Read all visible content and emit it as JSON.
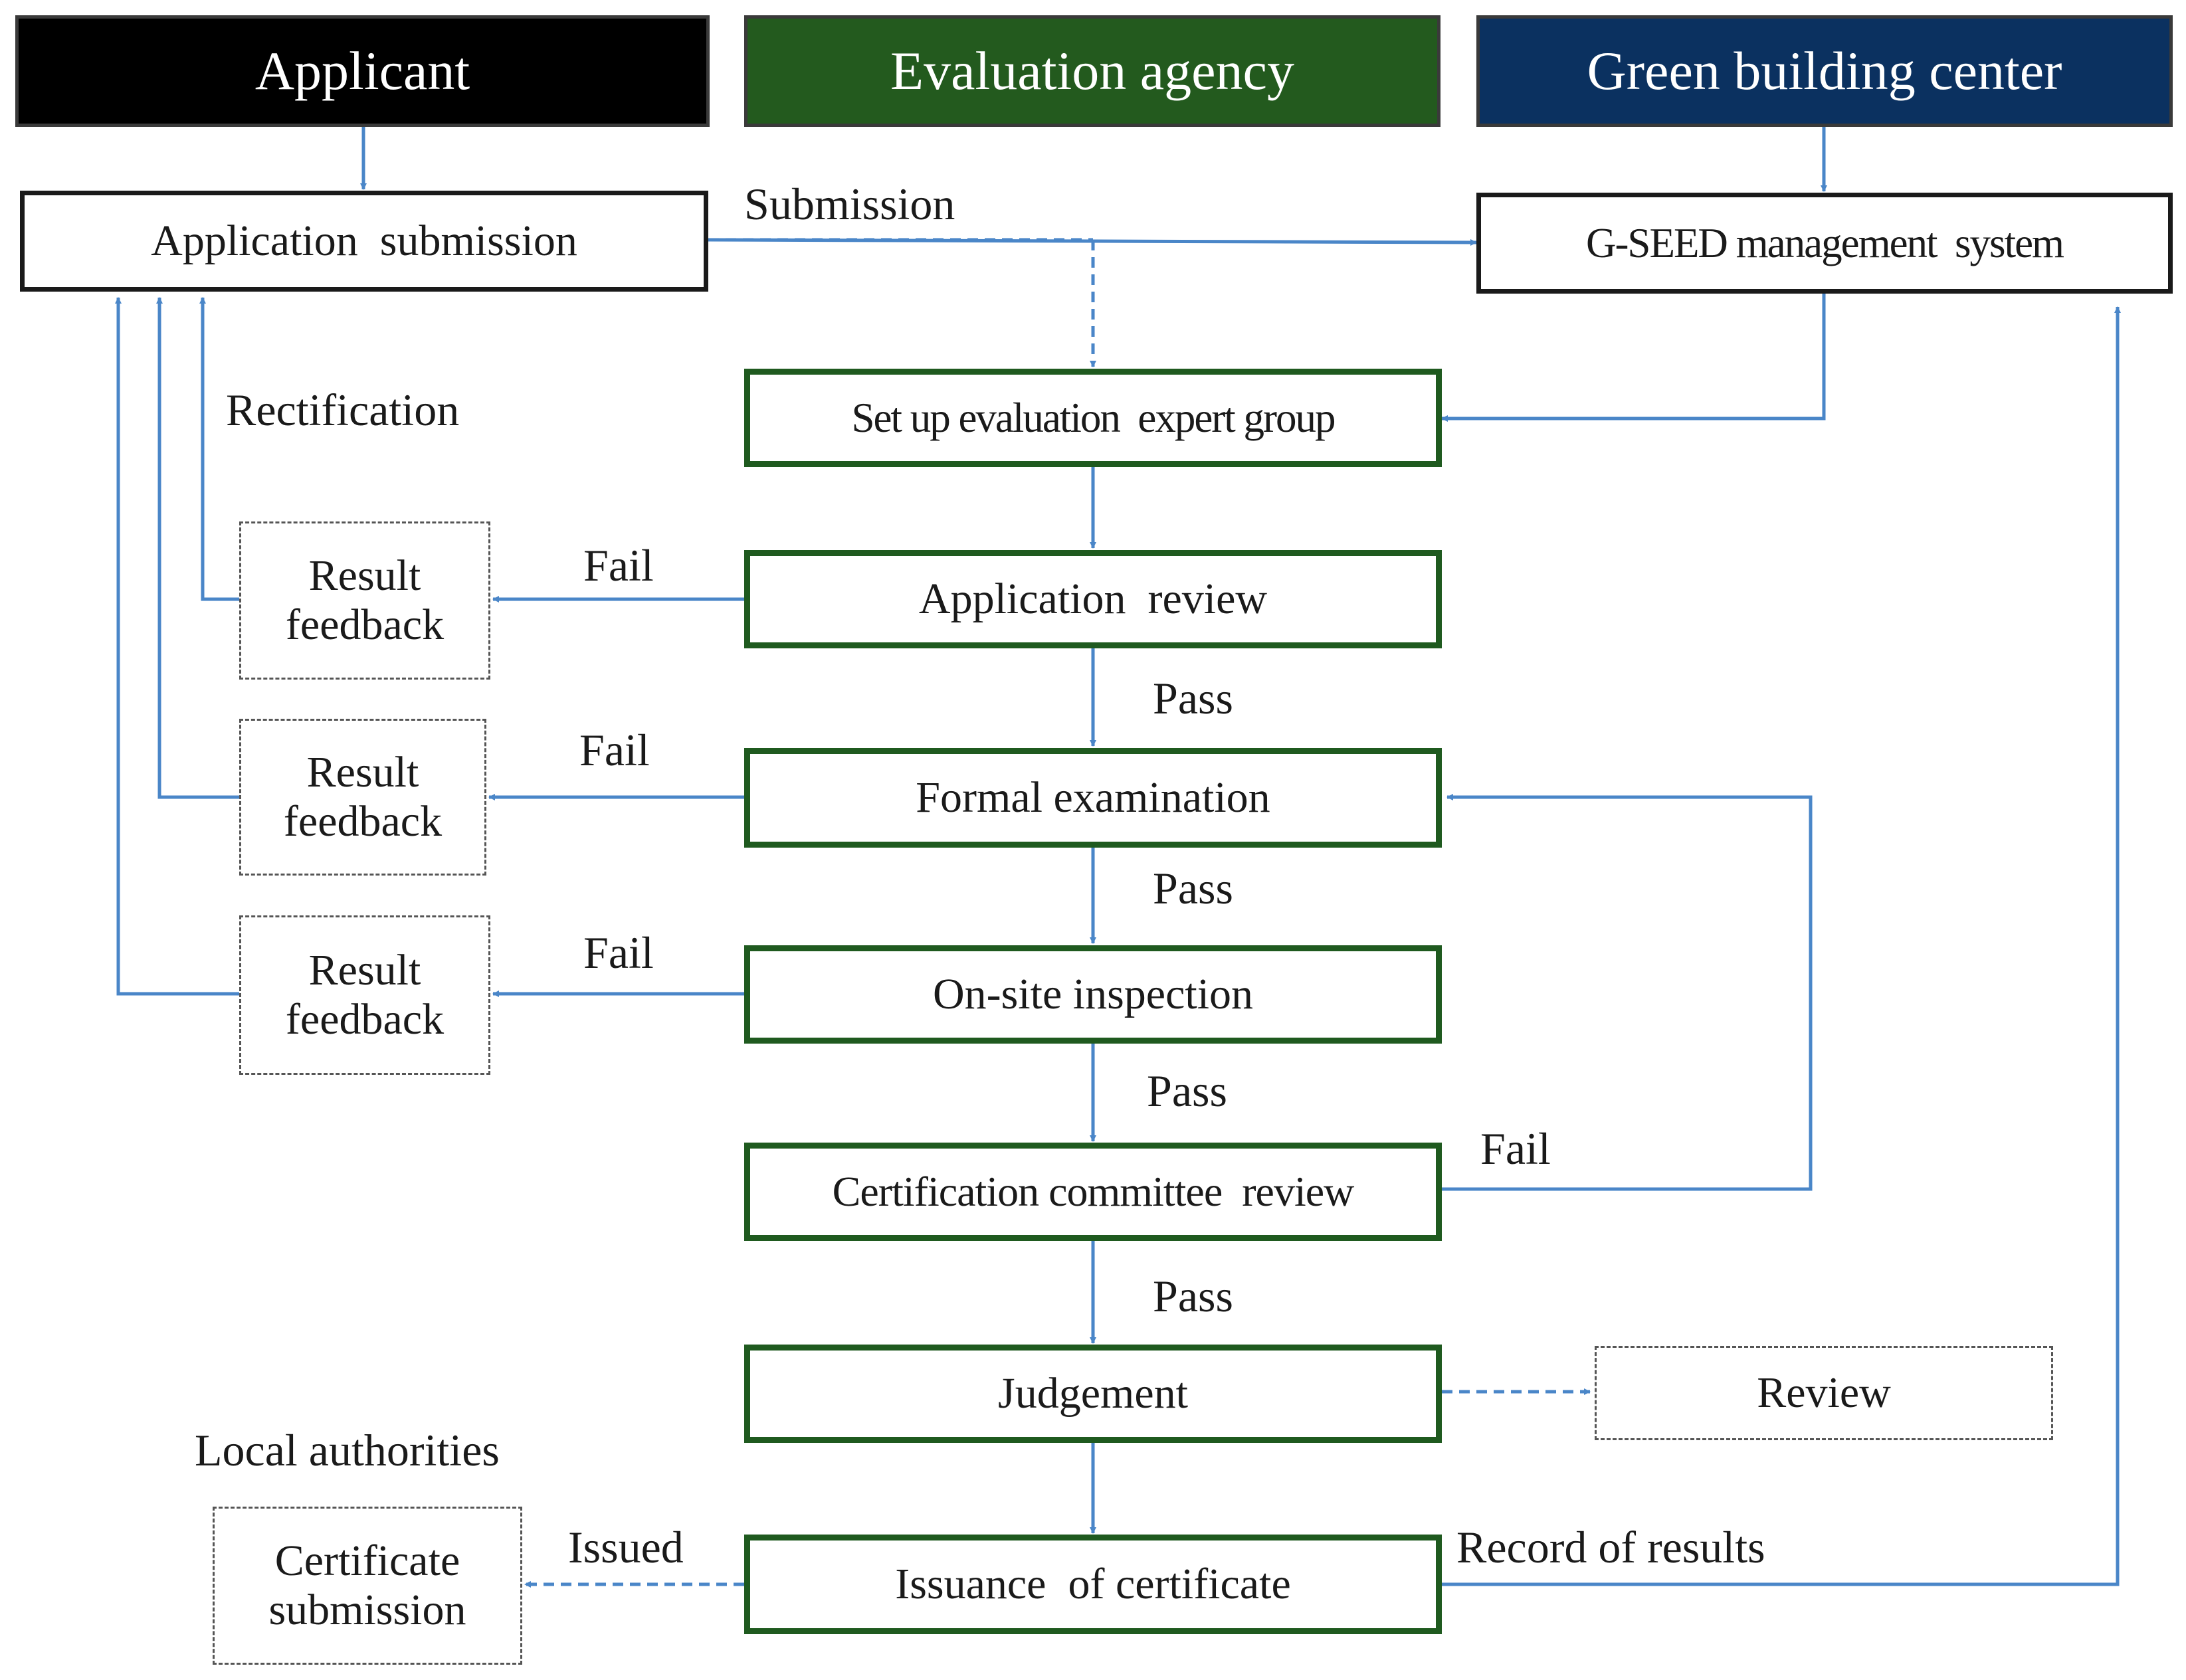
{
  "lanes": {
    "applicant": "Applicant",
    "evaluation": "Evaluation agency",
    "green": "Green building center"
  },
  "colors": {
    "applicant_header": "#000000",
    "evaluation_header": "#235a1e",
    "green_header": "#0b3160",
    "process_border": "#1f5a1f",
    "arrow": "#4a86c8"
  },
  "nodes": {
    "application_submission": "Application  submission",
    "gseed_system": "G-SEED management  system",
    "setup_group": "Set up evaluation  expert group",
    "application_review": "Application  review",
    "formal_examination": "Formal examination",
    "onsite_inspection": "On-site inspection",
    "committee_review": "Certification committee  review",
    "judgement": "Judgement",
    "review": "Review",
    "issuance": "Issuance  of certificate",
    "feedback1": [
      "Result",
      "feedback"
    ],
    "feedback2": [
      "Result",
      "feedback"
    ],
    "feedback3": [
      "Result",
      "feedback"
    ],
    "certificate_submission": [
      "Certificate",
      "submission"
    ]
  },
  "edge_labels": {
    "submission": "Submission",
    "rectification": "Rectification",
    "fail1": "Fail",
    "fail2": "Fail",
    "fail3": "Fail",
    "fail_committee": "Fail",
    "pass1": "Pass",
    "pass2": "Pass",
    "pass3": "Pass",
    "pass4": "Pass",
    "issued": "Issued",
    "record": "Record of results",
    "local_authorities": "Local authorities"
  }
}
